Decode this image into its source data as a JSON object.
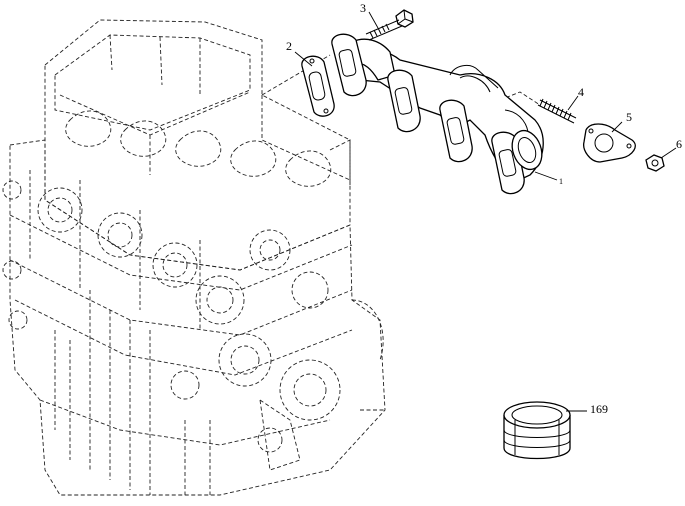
{
  "callouts": {
    "item_1": "1",
    "item_2": "2",
    "item_3": "3",
    "item_4": "4",
    "item_5": "5",
    "item_6": "6",
    "item_169": "169"
  }
}
